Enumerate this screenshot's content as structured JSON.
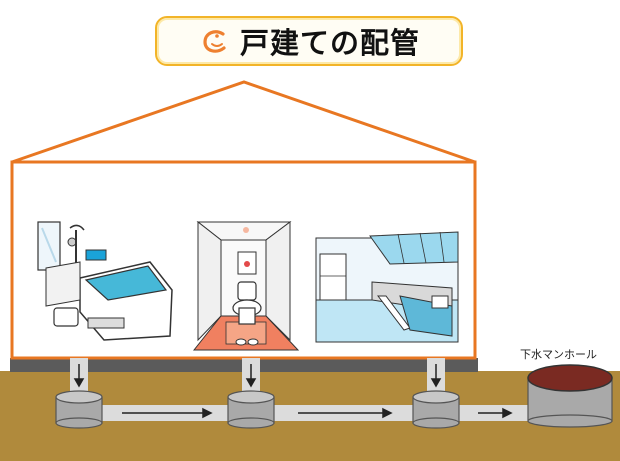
{
  "title": {
    "text": "戸建ての配管",
    "logo_icon": "orange-c-logo-icon"
  },
  "labels": {
    "manhole": "下水マンホール"
  },
  "colors": {
    "house_outline": "#e87722",
    "ground": "#b08a3c",
    "pipe": "#dcdcdc",
    "manhole_lid": "#7a2a22",
    "title_border": "#f2b428"
  },
  "rooms": [
    {
      "name": "bathroom",
      "icon": "bathtub-icon"
    },
    {
      "name": "toilet",
      "icon": "toilet-icon"
    },
    {
      "name": "kitchen",
      "icon": "kitchen-icon"
    }
  ]
}
